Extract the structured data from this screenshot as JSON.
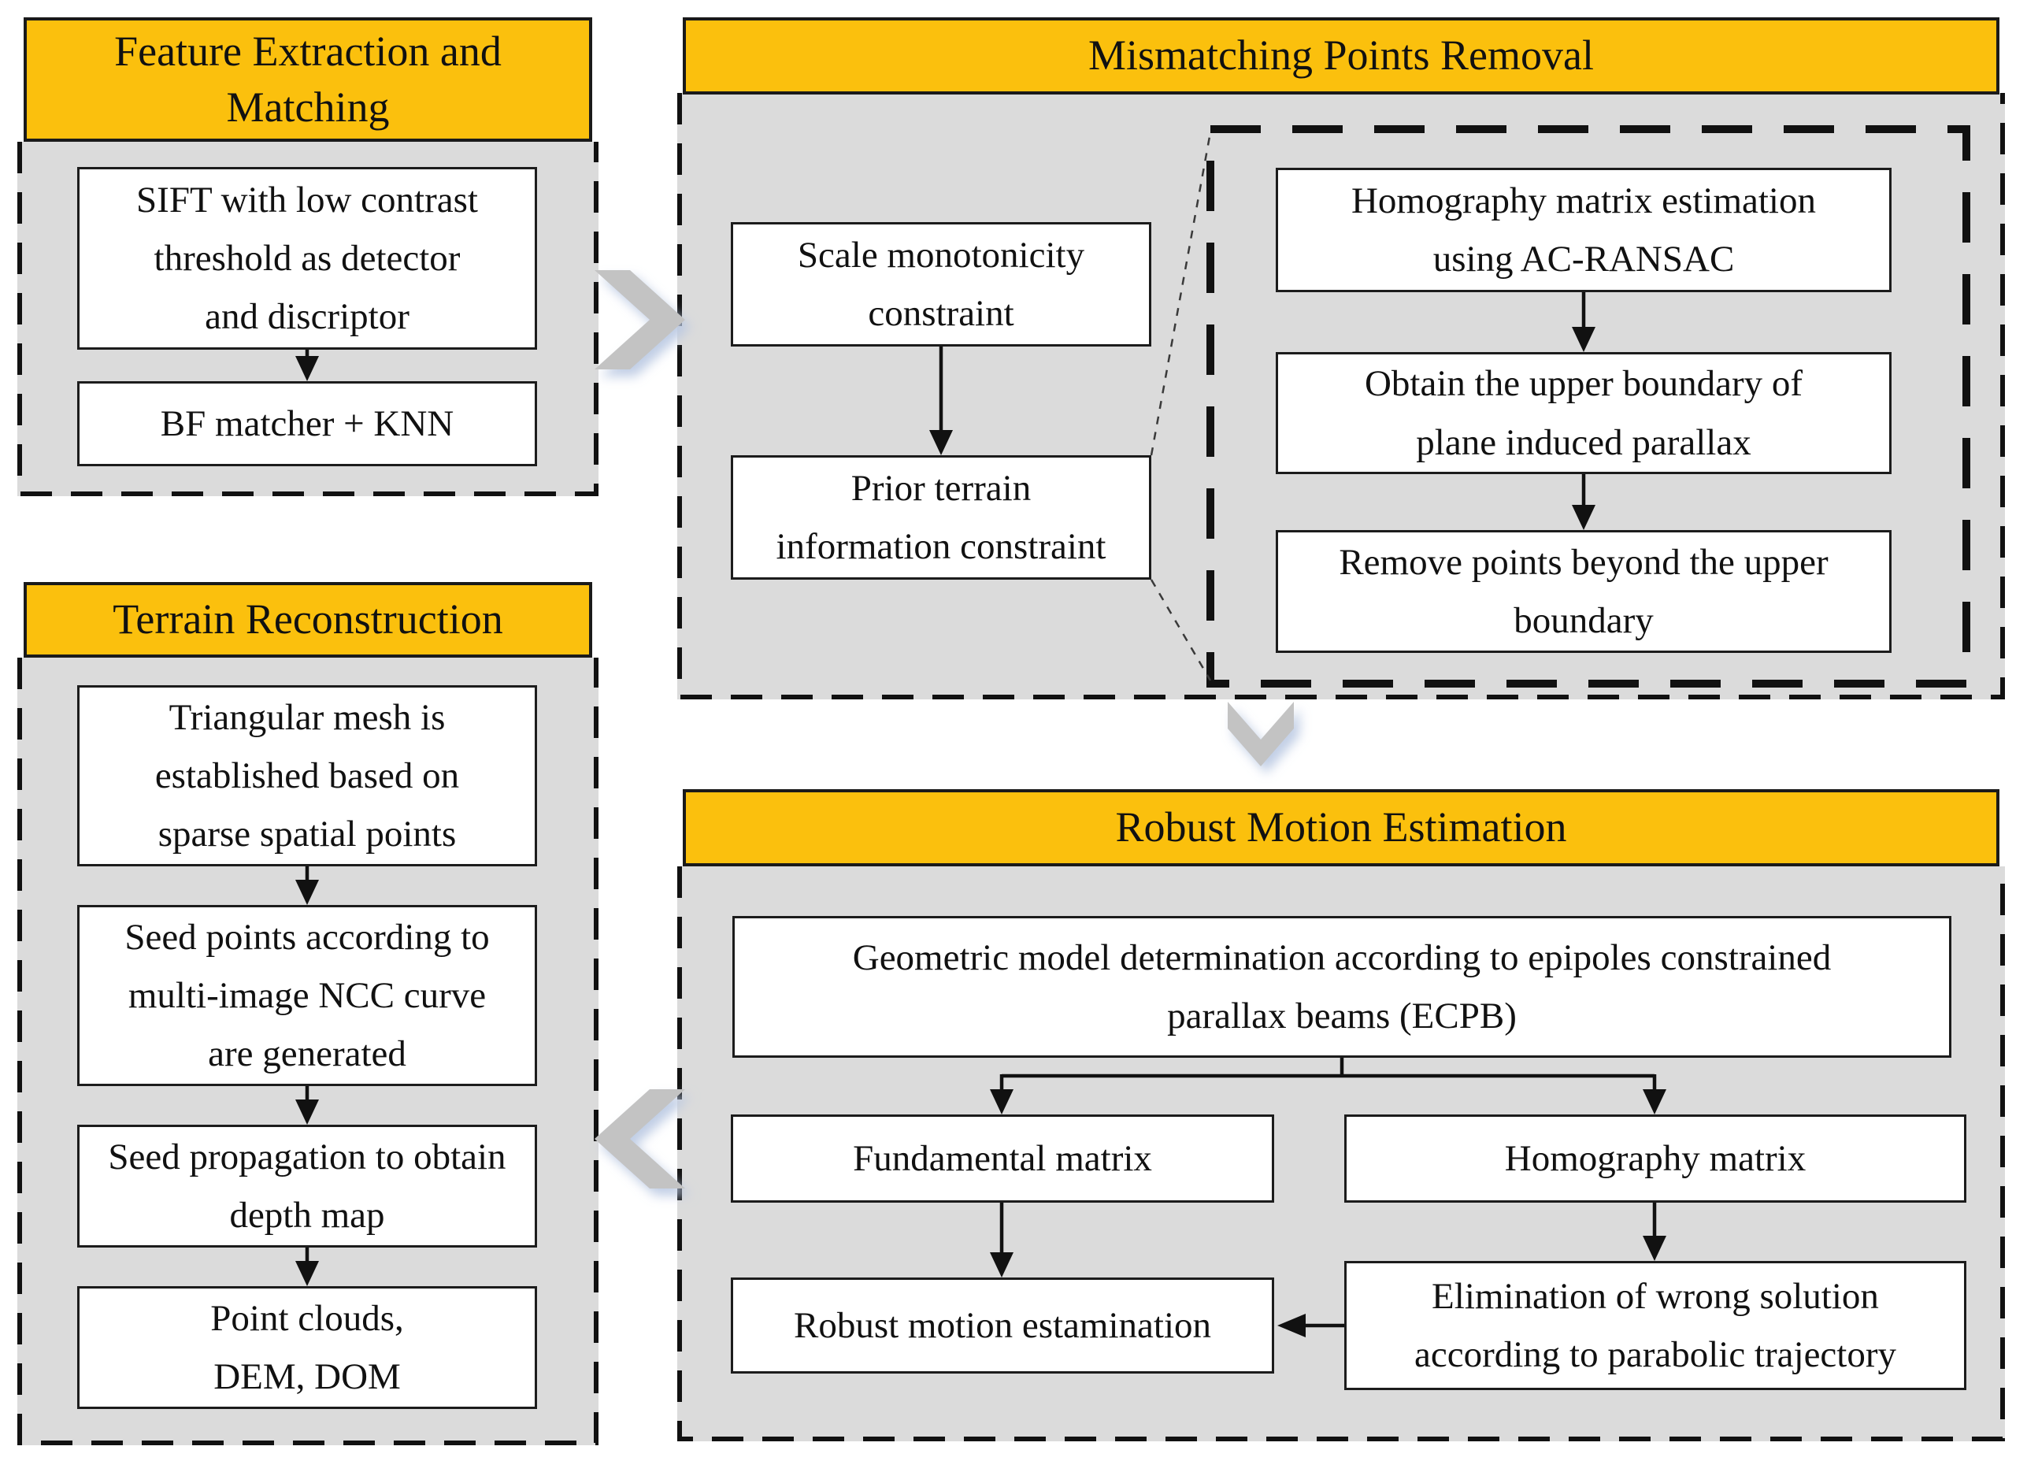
{
  "colors": {
    "header_bg": "#FBC00D",
    "panel_bg": "#DBDBDB",
    "box_bg": "#FFFFFF",
    "outline_black": "#141414",
    "chevron_gray": "#C3C3C3"
  },
  "panels": {
    "feature_extraction": {
      "title": "Feature Extraction and\nMatching",
      "steps": [
        "SIFT with low contrast\nthreshold as detector\nand discriptor",
        "BF matcher + KNN"
      ]
    },
    "mismatching_removal": {
      "title": "Mismatching Points Removal",
      "steps": [
        "Scale monotonicity\nconstraint",
        "Prior terrain\ninformation constraint"
      ],
      "detail_steps": [
        "Homography matrix estimation\nusing AC-RANSAC",
        "Obtain the upper boundary of\nplane induced parallax",
        "Remove points beyond the upper\nboundary"
      ]
    },
    "terrain_reconstruction": {
      "title": "Terrain Reconstruction",
      "steps": [
        "Triangular mesh is\nestablished based on\nsparse spatial points",
        "Seed points according to\nmulti-image NCC curve\nare generated",
        "Seed propagation to obtain\ndepth map",
        "Point clouds,\nDEM, DOM"
      ]
    },
    "robust_motion": {
      "title": "Robust Motion Estimation",
      "root_step": "Geometric model determination according to epipoles constrained\nparallax beams (ECPB)",
      "branches": {
        "left": [
          "Fundamental matrix",
          "Robust motion estamination"
        ],
        "right": [
          "Homography matrix",
          "Elimination of wrong solution\naccording to parabolic trajectory"
        ]
      }
    }
  }
}
